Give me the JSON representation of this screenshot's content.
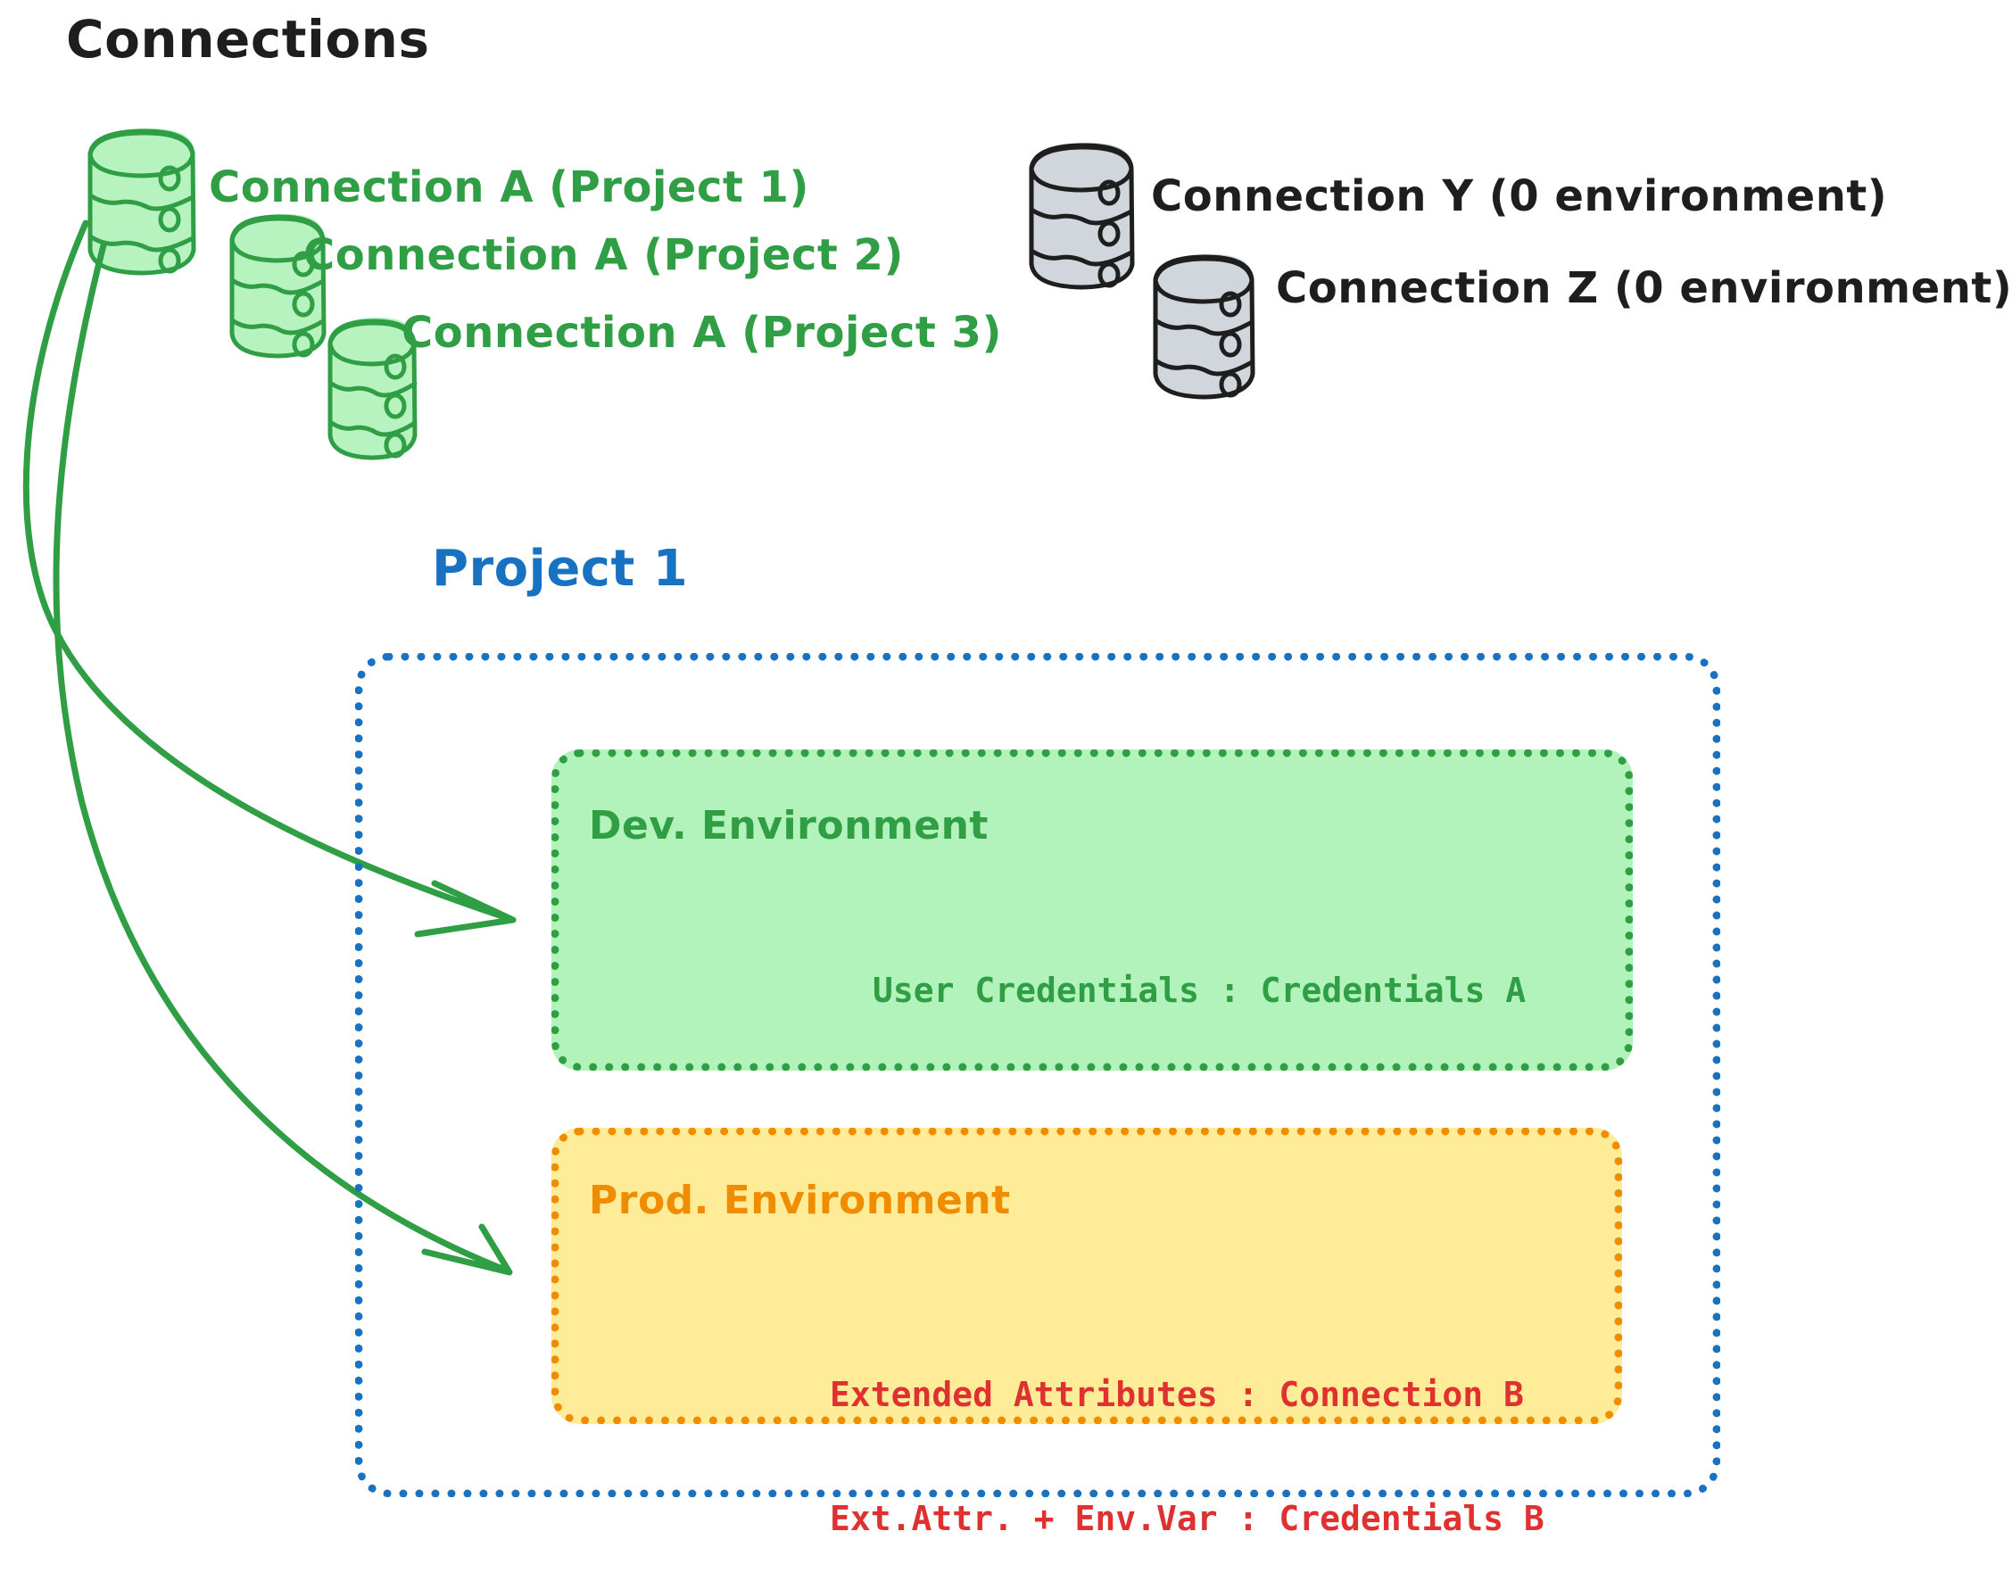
{
  "title": "Connections",
  "connections": [
    {
      "label": "Connection A (Project 1)",
      "color": "#2f9e44",
      "style": "green"
    },
    {
      "label": "Connection A (Project 2)",
      "color": "#2f9e44",
      "style": "green"
    },
    {
      "label": "Connection A (Project 3)",
      "color": "#2f9e44",
      "style": "green"
    },
    {
      "label": "Connection Y (0 environment)",
      "color": "#1e1e1e",
      "style": "gray"
    },
    {
      "label": "Connection Z (0 environment)",
      "color": "#1e1e1e",
      "style": "gray"
    }
  ],
  "project": {
    "label": "Project 1",
    "color": "#1971c2",
    "environments": [
      {
        "title": "Dev. Environment",
        "color": "#2f9e44",
        "fill": "#b2f2bb",
        "details": [
          "User Credentials : Credentials A"
        ],
        "detail_color": "#2f9e44"
      },
      {
        "title": "Prod. Environment",
        "color": "#f08c00",
        "fill": "#ffec99",
        "details": [
          "Extended Attributes : Connection B",
          "Ext.Attr. + Env.Var : Credentials B"
        ],
        "detail_color": "#e03131"
      }
    ]
  },
  "arrows": [
    {
      "from": "connection-a-project-1",
      "to": "dev-environment",
      "color": "#2f9e44"
    },
    {
      "from": "connection-a-project-1",
      "to": "prod-environment",
      "color": "#2f9e44"
    }
  ],
  "icons": {
    "database_green_fill": "#b2f2bb",
    "database_green_stroke": "#2f9e44",
    "database_gray_fill": "#ced4da",
    "database_gray_stroke": "#1e1e1e"
  }
}
